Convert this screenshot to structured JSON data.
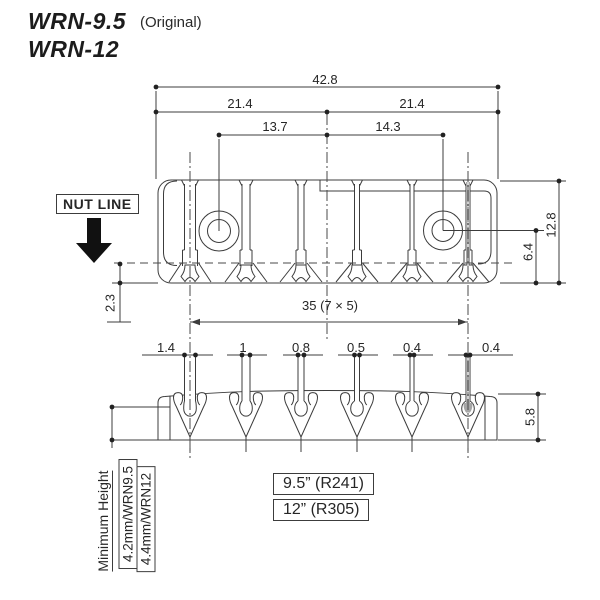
{
  "header": {
    "model_primary": "WRN-9.5",
    "model_primary_note": "(Original)",
    "model_secondary": "WRN-12"
  },
  "top_view": {
    "nut_line_label": "NUT LINE",
    "dim_overall_width": "42.8",
    "dim_half_left": "21.4",
    "dim_half_right": "21.4",
    "dim_screw_left": "13.7",
    "dim_screw_right": "14.3",
    "dim_height": "12.8",
    "dim_screw_center_height": "6.4",
    "dim_nut_line_offset": "2.3",
    "dim_string_spread": "35 (7 × 5)"
  },
  "bottom_view": {
    "string_gauges": [
      "1.4",
      "1",
      "0.8",
      "0.5",
      "0.4",
      "0.4"
    ],
    "dim_thickness": "5.8"
  },
  "footer": {
    "radius_option_1": "9.5” (R241)",
    "radius_option_2": "12” (R305)",
    "min_height_label": "Minimum Height",
    "min_height_value_1": "4.2mm/WRN9.5",
    "min_height_value_2": "4.4mm/WRN12"
  },
  "colors": {
    "line": "#3c3c3c",
    "text": "#262626",
    "background": "#ffffff",
    "string_fill": "#a6a6a6"
  }
}
